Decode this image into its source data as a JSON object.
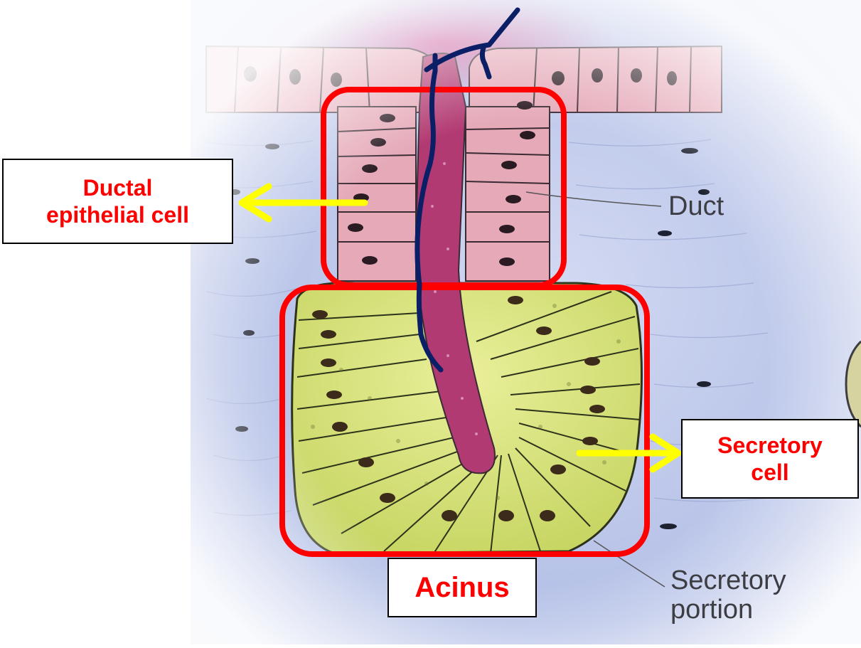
{
  "callouts": {
    "ductal_epithelial_cell": [
      "Ductal",
      "epithelial cell"
    ],
    "secretory_cell": [
      "Secretory",
      "cell"
    ],
    "acinus": "Acinus"
  },
  "printed_labels": {
    "duct": "Duct",
    "secretory_portion": [
      "Secretory",
      "portion"
    ]
  },
  "colors": {
    "highlight_box": "#ff0000",
    "pointer_arrow": "#ffff00",
    "flow_path": "#0a1f66",
    "duct_cells": "#e3a9b6",
    "secretory_cells": "#d4e07a",
    "lumen": "#b23a72",
    "connective_tissue": "#b7c2e6"
  }
}
